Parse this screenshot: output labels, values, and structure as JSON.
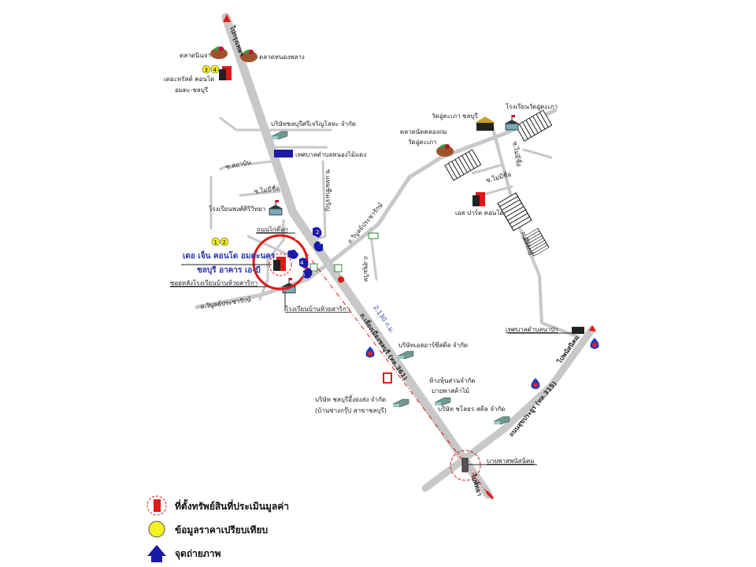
{
  "map": {
    "directions": {
      "to_bangkok": "ไปกรุงเทพฯ",
      "to_pattaya": "ไปพัทยา",
      "to_phanat_nikhom": "ไปพนัสนิคม"
    },
    "roads": {
      "main_road": "ถ.เลี่ยงเมืองชลบุรี (ทล.361)",
      "road_315": "ถนนสุขประยูร (ทล.315)",
      "soi_saban": "ซ.สถาบัน",
      "soi_no_name_1": "ซ.ไม่มีชื่อ",
      "soi_no_name_2": "ซ.ไม่มีชื่อ",
      "soi_no_name_3": "ซ.ไม่มีชื่อ",
      "soi_chaemchuen": "ซ.แหมชื่นเจริญ",
      "wibun_prachaarak_1": "ถ.วิบูลย์ประชารักษ์",
      "wibun_prachaarak_2": "ถ.วิบูลย์ประชารักษ์",
      "sukhumvit_road": "ถ.สุขุมวิท",
      "soi_sirirak": "ถ.ศิริรักษ์",
      "chicken_road": "ถนนไก่ต๊อก",
      "behind_school_soi": "ซอยหลังโรงเรียนบ้านห้วยสาริกา"
    },
    "distance": "2.130 ก.ม.",
    "landmarks": {
      "talat_ninja": "ตลาดนินจา",
      "talat_nong_phlang": "ตลาดหนองพลาง",
      "the_trust_condo": "เดอะทรัสต์ คอนโด",
      "the_trust_condo_2": "อมตะ-ชลบุรี",
      "sri_charoen_company": "บริษัทชลบุรีศรีเจริญโลหะ จำกัด",
      "nong_mai_daeng_municipality": "เทศบาลตำบลหนองไม้แดง",
      "phong_siri_school": "โรงเรียนพงศ์ศิริวิทยา",
      "the_gen_condo_1": "เดอ เจ็น คอนโด อมตะนคร",
      "the_gen_condo_2": "ชลบุรี อาคาร เอ-บี",
      "huai_sarika_school": "โรงเรียนบ้านห้วยสาริกา",
      "talat_wat_u_taphao_1": "ตลาดนัดคลองถม",
      "talat_wat_u_taphao_2": "วัดอู่ตะเภา",
      "wat_u_taphao": "วัดอู่ตะเภา ชลบุรี",
      "wat_u_taphao_school": "โรงเรียนวัดอู่ตะเภา",
      "s_park_condo": "เอส ปาร์ค คอนโด",
      "na_pa_municipality": "เทศบาลตำบลนาป่า",
      "s_r_steel": "บริษัทเอสอาร์ซีสตีล จำกัด",
      "chonburi_ying_song_1": "บริษัท ชลบุรีอึ้งย่งส่ง จำกัด",
      "chonburi_ying_song_2": "(บ้านช่างกรุ๊ป สาขาชลบุรี)",
      "bang_phra_1": "ห้างหุ้นส่วนจำกัด",
      "bang_phra_2": "บายพาสค้าไม้",
      "chlor_steel": "บริษัท ชโลธร สตีล จำกัด",
      "bypass_junction": "บายพาสพนัสนิคม"
    },
    "comparables": [
      "1",
      "2",
      "3",
      "4"
    ],
    "photo_points": [
      "1",
      "2",
      "3",
      "4",
      "5"
    ]
  },
  "legend": {
    "subject_property": "ที่ตั้งทรัพย์สินที่ประเมินมูลค่า",
    "comparable_data": "ข้อมูลราคาเปรียบเทียบ",
    "photo_point": "จุดถ่ายภาพ"
  },
  "colors": {
    "road": "#c8c8c8",
    "accent_red": "#e01818",
    "blue": "#1a1aa8",
    "yellow": "#f5f020"
  }
}
